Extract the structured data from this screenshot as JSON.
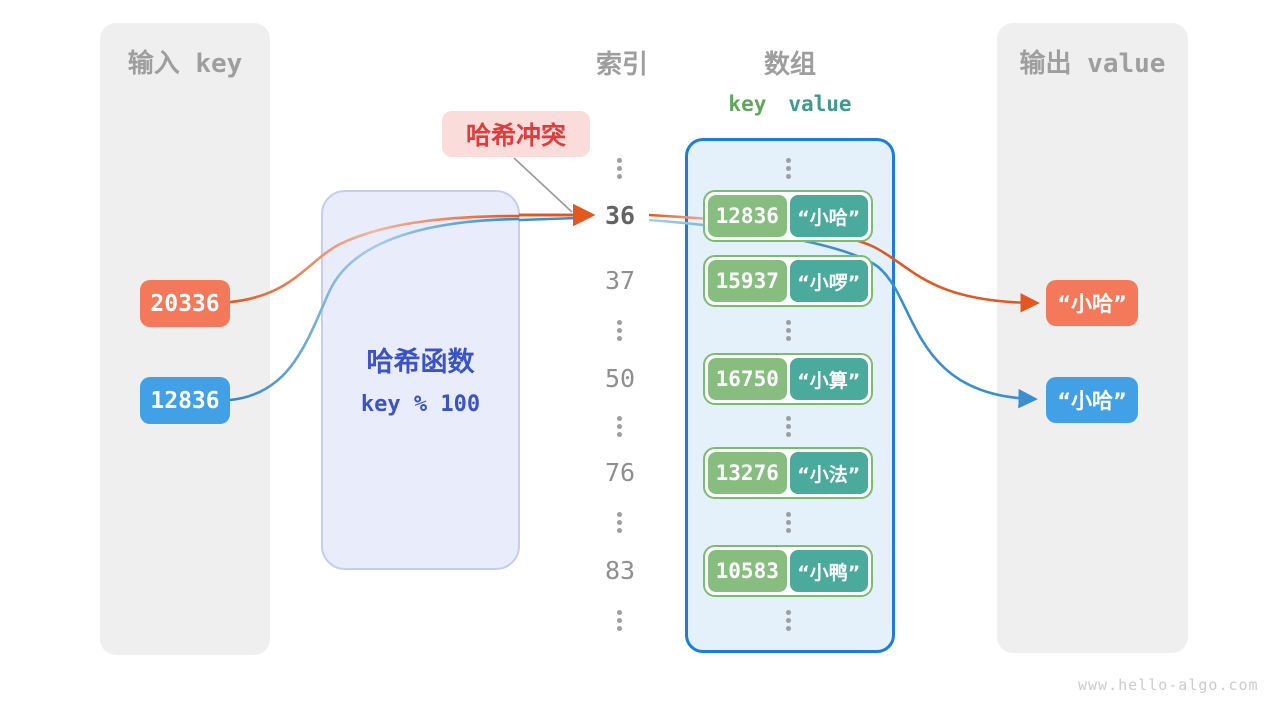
{
  "input_panel": {
    "title": "输入 key",
    "keys": [
      "20336",
      "12836"
    ]
  },
  "hash_function": {
    "name": "哈希函数",
    "formula": "key % 100"
  },
  "collision_label": {
    "text": "哈希冲突"
  },
  "index_column": {
    "title": "索引",
    "values": [
      "36",
      "37",
      "50",
      "76",
      "83"
    ],
    "highlighted_value": "36"
  },
  "array_panel": {
    "title": "数组",
    "key_header": "key",
    "value_header": "value",
    "rows": [
      {
        "key": "12836",
        "value": "“小哈”"
      },
      {
        "key": "15937",
        "value": "“小啰”"
      },
      {
        "key": "16750",
        "value": "“小算”"
      },
      {
        "key": "13276",
        "value": "“小法”"
      },
      {
        "key": "10583",
        "value": "“小鸭”"
      }
    ]
  },
  "output_panel": {
    "title": "输出 value",
    "values": [
      "“小哈”",
      "“小哈”"
    ]
  },
  "watermark": "www.hello-algo.com",
  "colors": {
    "input_key_1": "#f4795b",
    "input_key_2": "#42a1e6",
    "array_key_badge": "#87be80",
    "array_value_badge": "#4aaa9c",
    "array_border": "#1c7ed9",
    "hash_box_text": "#3b53c9",
    "collision_text": "#e23b3b",
    "arrow_orange": "#e4581f",
    "arrow_blue": "#3a8fd0"
  }
}
